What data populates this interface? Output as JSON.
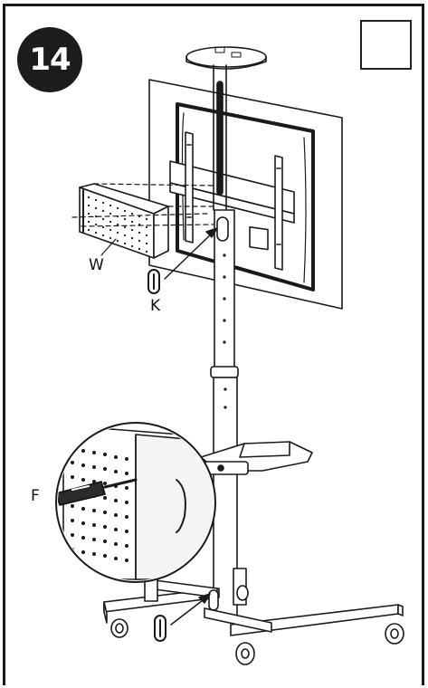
{
  "step": {
    "number": "14"
  },
  "tool": {
    "icon": "phillips-screwdriver-icon"
  },
  "labels": {
    "w": "W",
    "k": "K",
    "f": "F"
  },
  "colors": {
    "ink": "#1a1a1a",
    "badge": "#1c1c1c"
  }
}
